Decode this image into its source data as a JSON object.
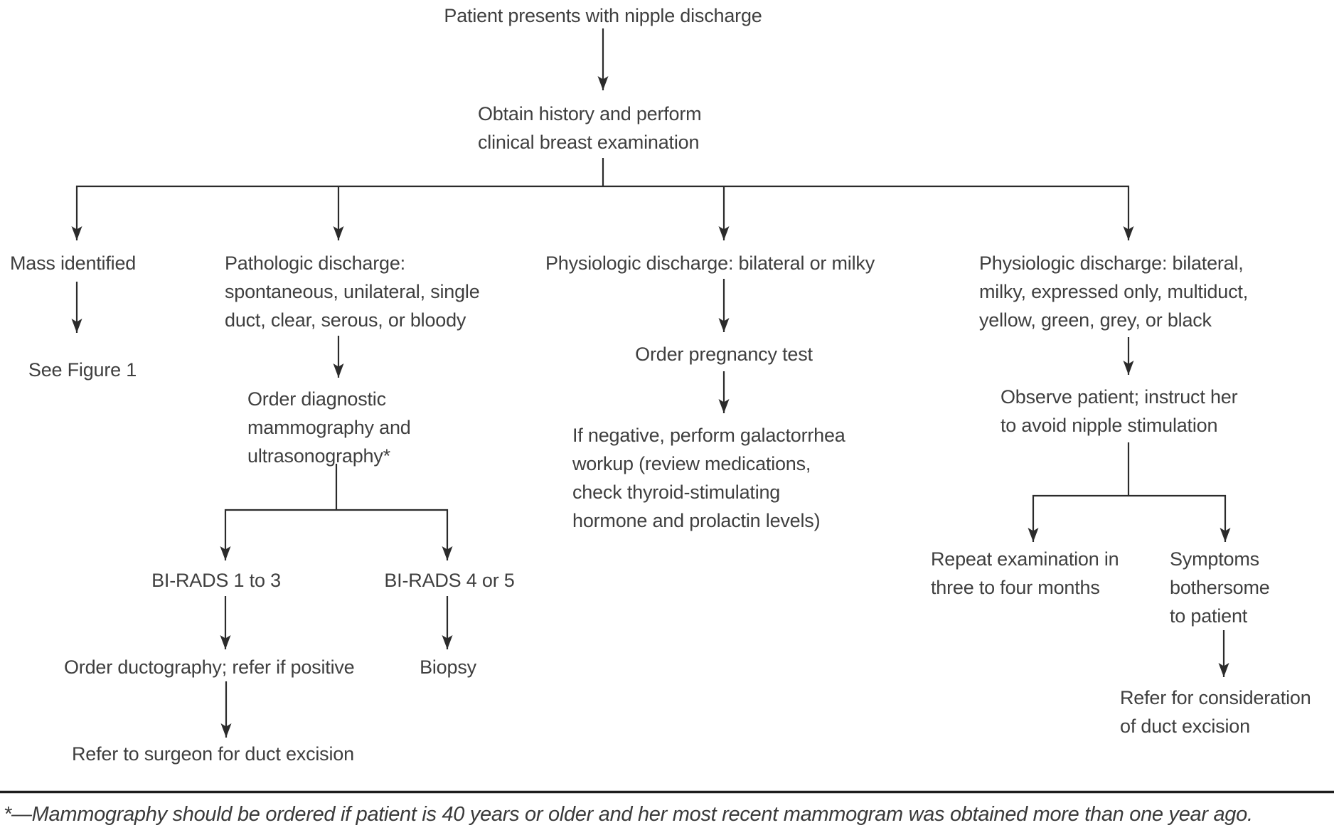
{
  "diagram": {
    "nodes": {
      "presents": "Patient presents with nipple discharge",
      "obtain": "Obtain history and perform\nclinical breast examination",
      "mass": "Mass identified",
      "see_figure": "See Figure 1",
      "pathologic": "Pathologic discharge:\nspontaneous, unilateral, single\nduct, clear, serous, or bloody",
      "order_diagnostic": "Order diagnostic\nmammography and\nultrasonography*",
      "birads_1_3": "BI-RADS 1 to 3",
      "birads_4_5": "BI-RADS 4 or 5",
      "ductography": "Order ductography; refer if positive",
      "biopsy": "Biopsy",
      "refer_surgeon": "Refer to surgeon for duct excision",
      "physiologic_milky": "Physiologic discharge: bilateral or milky",
      "pregnancy_test": "Order pregnancy test",
      "galactorrhea": "If negative, perform galactorrhea\nworkup (review medications,\ncheck thyroid-stimulating\nhormone and prolactin levels)",
      "physiologic_multi": "Physiologic discharge: bilateral,\nmilky, expressed only, multiduct,\nyellow, green, grey, or black",
      "observe": "Observe patient; instruct her\nto avoid nipple stimulation",
      "repeat_exam": "Repeat examination in\nthree to four months",
      "symptoms": "Symptoms\nbothersome\nto patient",
      "refer_excision": "Refer for consideration\nof duct excision"
    },
    "footnote": "*—Mammography should be ordered if patient is 40 years or older and her most recent mammogram was obtained more than one year ago."
  },
  "colors": {
    "text": "#3f3f3f",
    "line": "#2b2b2b",
    "background": "#ffffff"
  }
}
